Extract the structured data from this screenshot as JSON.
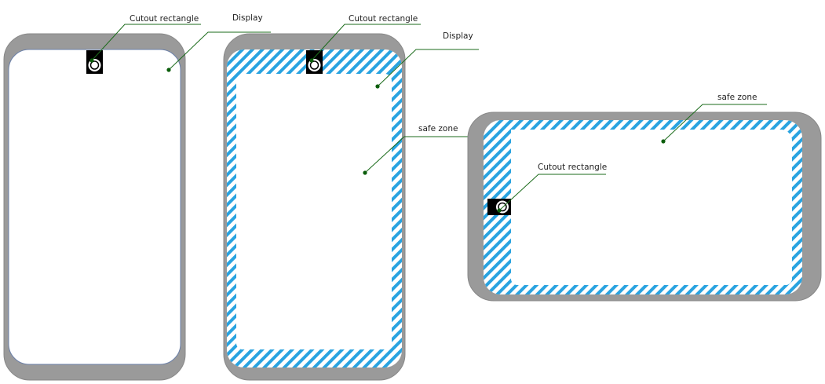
{
  "colors": {
    "bezel": "#9a9a9a",
    "bezel_edge": "#888888",
    "display": "#ffffff",
    "display_edge": "#6a7fa8",
    "hatch": "#29a3e0",
    "cutout": "#000000",
    "leader": "#1b6b1b",
    "dot": "#0b5d0b"
  },
  "diagrams": {
    "portrait_plain": {
      "cutout_label": "Cutout rectangle",
      "display_label": "Display"
    },
    "portrait_safe": {
      "cutout_label": "Cutout rectangle",
      "display_label": "Display",
      "safe_label": "safe zone"
    },
    "landscape_safe": {
      "safe_label": "safe zone",
      "cutout_label": "Cutout rectangle"
    }
  },
  "icons": {
    "camera": "camera-icon"
  }
}
